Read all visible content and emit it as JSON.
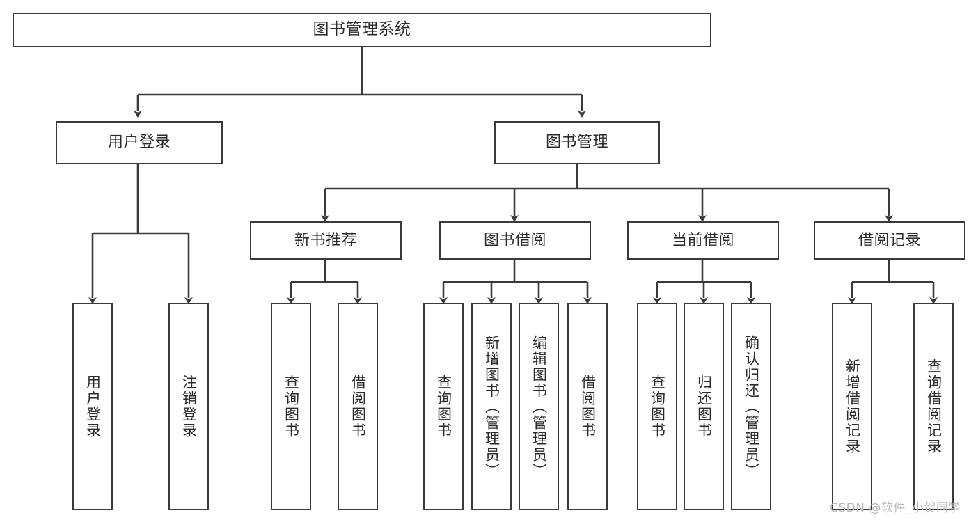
{
  "diagram": {
    "title": "图书管理系统",
    "type": "tree-hierarchy-chart",
    "levels": {
      "root": {
        "label": "图书管理系统"
      },
      "level2": [
        {
          "label": "用户登录"
        },
        {
          "label": "图书管理"
        }
      ],
      "level3": [
        {
          "label": "新书推荐"
        },
        {
          "label": "图书借阅"
        },
        {
          "label": "当前借阅"
        },
        {
          "label": "借阅记录"
        }
      ],
      "leaves": {
        "user_login": [
          {
            "label": "用户登录"
          },
          {
            "label": "注销登录"
          }
        ],
        "new_book_recommend": [
          {
            "label": "查询图书"
          },
          {
            "label": "借阅图书"
          }
        ],
        "book_borrow": [
          {
            "label": "查询图书"
          },
          {
            "label": "新增图书（管理员）"
          },
          {
            "label": "编辑图书（管理员）"
          },
          {
            "label": "借阅图书"
          }
        ],
        "current_borrow": [
          {
            "label": "查询图书"
          },
          {
            "label": "归还图书"
          },
          {
            "label": "确认归还（管理员）"
          }
        ],
        "borrow_record": [
          {
            "label": "新增借阅记录"
          },
          {
            "label": "查询借阅记录"
          }
        ]
      }
    }
  },
  "watermark": {
    "text": "CSDN @软件_小贺同学"
  },
  "colors": {
    "stroke": "#3a3a3a",
    "background": "#ffffff",
    "text": "#2b2b2b",
    "watermark": "#b9b9b9"
  }
}
